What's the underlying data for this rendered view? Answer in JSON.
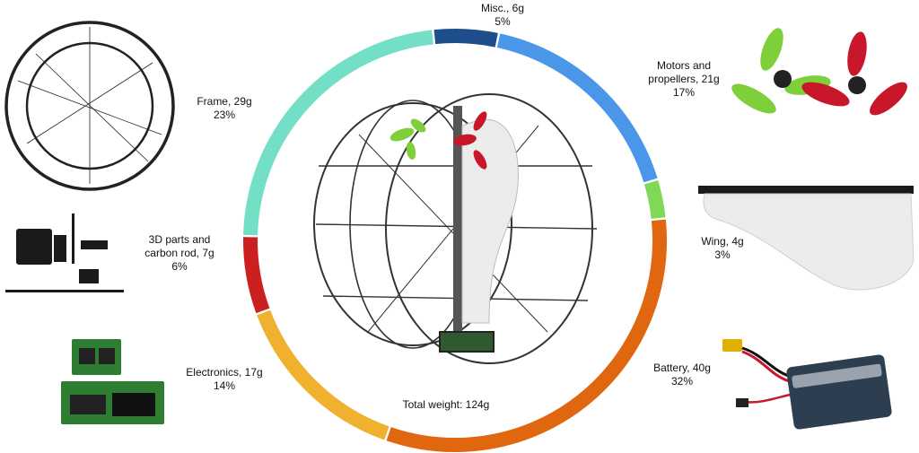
{
  "chart_data": {
    "type": "pie",
    "style": "donut",
    "total_label": "Total weight: 124g",
    "slices": [
      {
        "name": "Misc., 6g",
        "grams": 6,
        "percent": "5%",
        "value": 5,
        "color": "#1f4e8c"
      },
      {
        "name": "Motors and propellers, 21g",
        "grams": 21,
        "percent": "17%",
        "value": 17,
        "color": "#4a97ea"
      },
      {
        "name": "Wing, 4g",
        "grams": 4,
        "percent": "3%",
        "value": 3,
        "color": "#7ed957"
      },
      {
        "name": "Battery, 40g",
        "grams": 40,
        "percent": "32%",
        "value": 32,
        "color": "#e0670f"
      },
      {
        "name": "Electronics, 17g",
        "grams": 17,
        "percent": "14%",
        "value": 14,
        "color": "#f0b22e"
      },
      {
        "name": "3D parts and carbon rod, 7g",
        "grams": 7,
        "percent": "6%",
        "value": 6,
        "color": "#cc1f1f"
      },
      {
        "name": "Frame, 29g",
        "grams": 29,
        "percent": "23%",
        "value": 23,
        "color": "#74dfc7"
      }
    ]
  },
  "labels": {
    "misc": {
      "line1": "Misc., 6g",
      "line2": "5%"
    },
    "motors": {
      "line1": "Motors and",
      "line2": "propellers, 21g",
      "line3": "17%"
    },
    "frame": {
      "line1": "Frame, 29g",
      "line2": "23%"
    },
    "parts": {
      "line1": "3D parts and",
      "line2": "carbon rod, 7g",
      "line3": "6%"
    },
    "wing": {
      "line1": "Wing, 4g",
      "line2": "3%"
    },
    "electronics": {
      "line1": "Electronics, 17g",
      "line2": "14%"
    },
    "battery": {
      "line1": "Battery, 40g",
      "line2": "32%"
    },
    "total": "Total weight: 124g"
  }
}
